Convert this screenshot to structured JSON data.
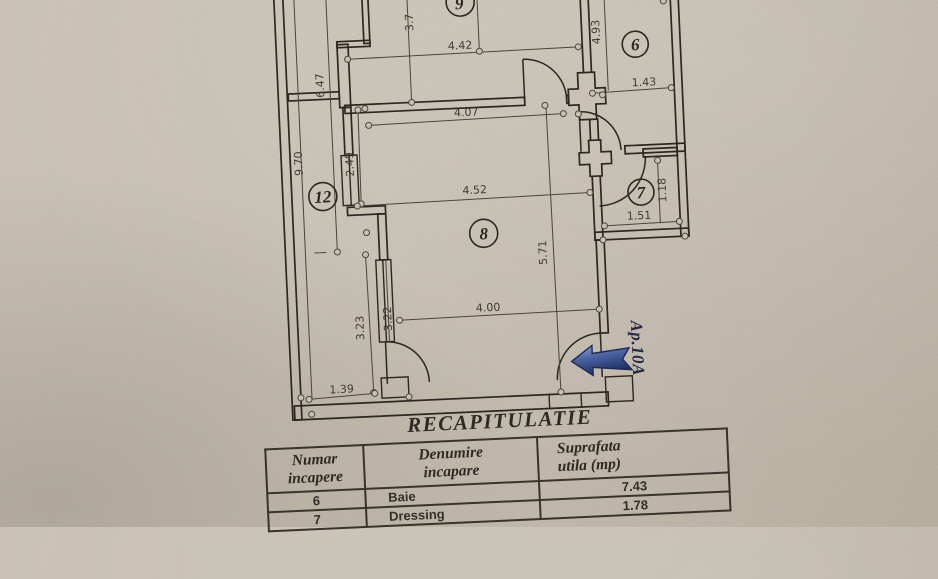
{
  "plan": {
    "rooms": {
      "r9": "9",
      "r6": "6",
      "r7": "7",
      "r8": "8",
      "r12": "12"
    },
    "dims": {
      "d37": "3.7",
      "d442": "4.42",
      "d493": "4.93",
      "d143": "1.43",
      "d407": "4.07",
      "d647": "6.47",
      "d970": "9.70",
      "d249": "2.49",
      "d452": "4.52",
      "d571": "5.71",
      "d151": "1.51",
      "d118": "1.18",
      "d400": "4.00",
      "d323": "3.23",
      "d322": "3.22",
      "d139": "1.39"
    },
    "entrance": {
      "label": "Ap.10A"
    }
  },
  "table": {
    "title": "RECAPITULATIE",
    "columns": [
      {
        "line1": "Numar",
        "line2": "incapere"
      },
      {
        "line1": "Denumire",
        "line2": "incapare"
      },
      {
        "line1": "Suprafata",
        "line2": "utila  (mp)"
      }
    ],
    "rows": [
      {
        "numar": "6",
        "denumire": "Baie",
        "suprafata": "7.43"
      },
      {
        "numar": "7",
        "denumire": "Dressing",
        "suprafata": "1.78"
      }
    ]
  },
  "colors": {
    "paper": "#c3bcaf",
    "ink": "#2b2721",
    "dim_ink": "#4a443c",
    "arrow_blue_light": "#93a9d4",
    "arrow_blue_dark": "#1e3166",
    "entrance_text": "#232c44"
  }
}
